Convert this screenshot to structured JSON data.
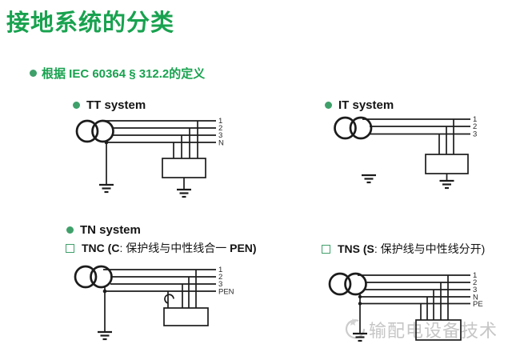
{
  "slide": {
    "title": "接地系统的分类",
    "intro": "根据 IEC 60364 § 312.2的定义"
  },
  "sections": {
    "tt": {
      "label": "TT system"
    },
    "it": {
      "label": "IT system"
    },
    "tn": {
      "label": "TN system"
    },
    "tnc": {
      "bold": "TNC (C",
      "rest": ": 保护线与中性线合一 ",
      "bold2": "PEN)"
    },
    "tns": {
      "bold": "TNS (S",
      "rest": ": 保护线与中性线分开)"
    }
  },
  "wire_labels": {
    "tt": [
      "1",
      "2",
      "3",
      "N"
    ],
    "it": [
      "1",
      "2",
      "3"
    ],
    "tnc": [
      "1",
      "2",
      "3",
      "PEN"
    ],
    "tns": [
      "1",
      "2",
      "3",
      "N",
      "PE"
    ]
  },
  "watermark": {
    "text": "输配电设备技术"
  },
  "colors": {
    "title_green": "#18a24f",
    "bullet_green": "#3fa06a",
    "diagram_line": "#1c1c1c",
    "watermark_gray": "#c6c6c6"
  }
}
